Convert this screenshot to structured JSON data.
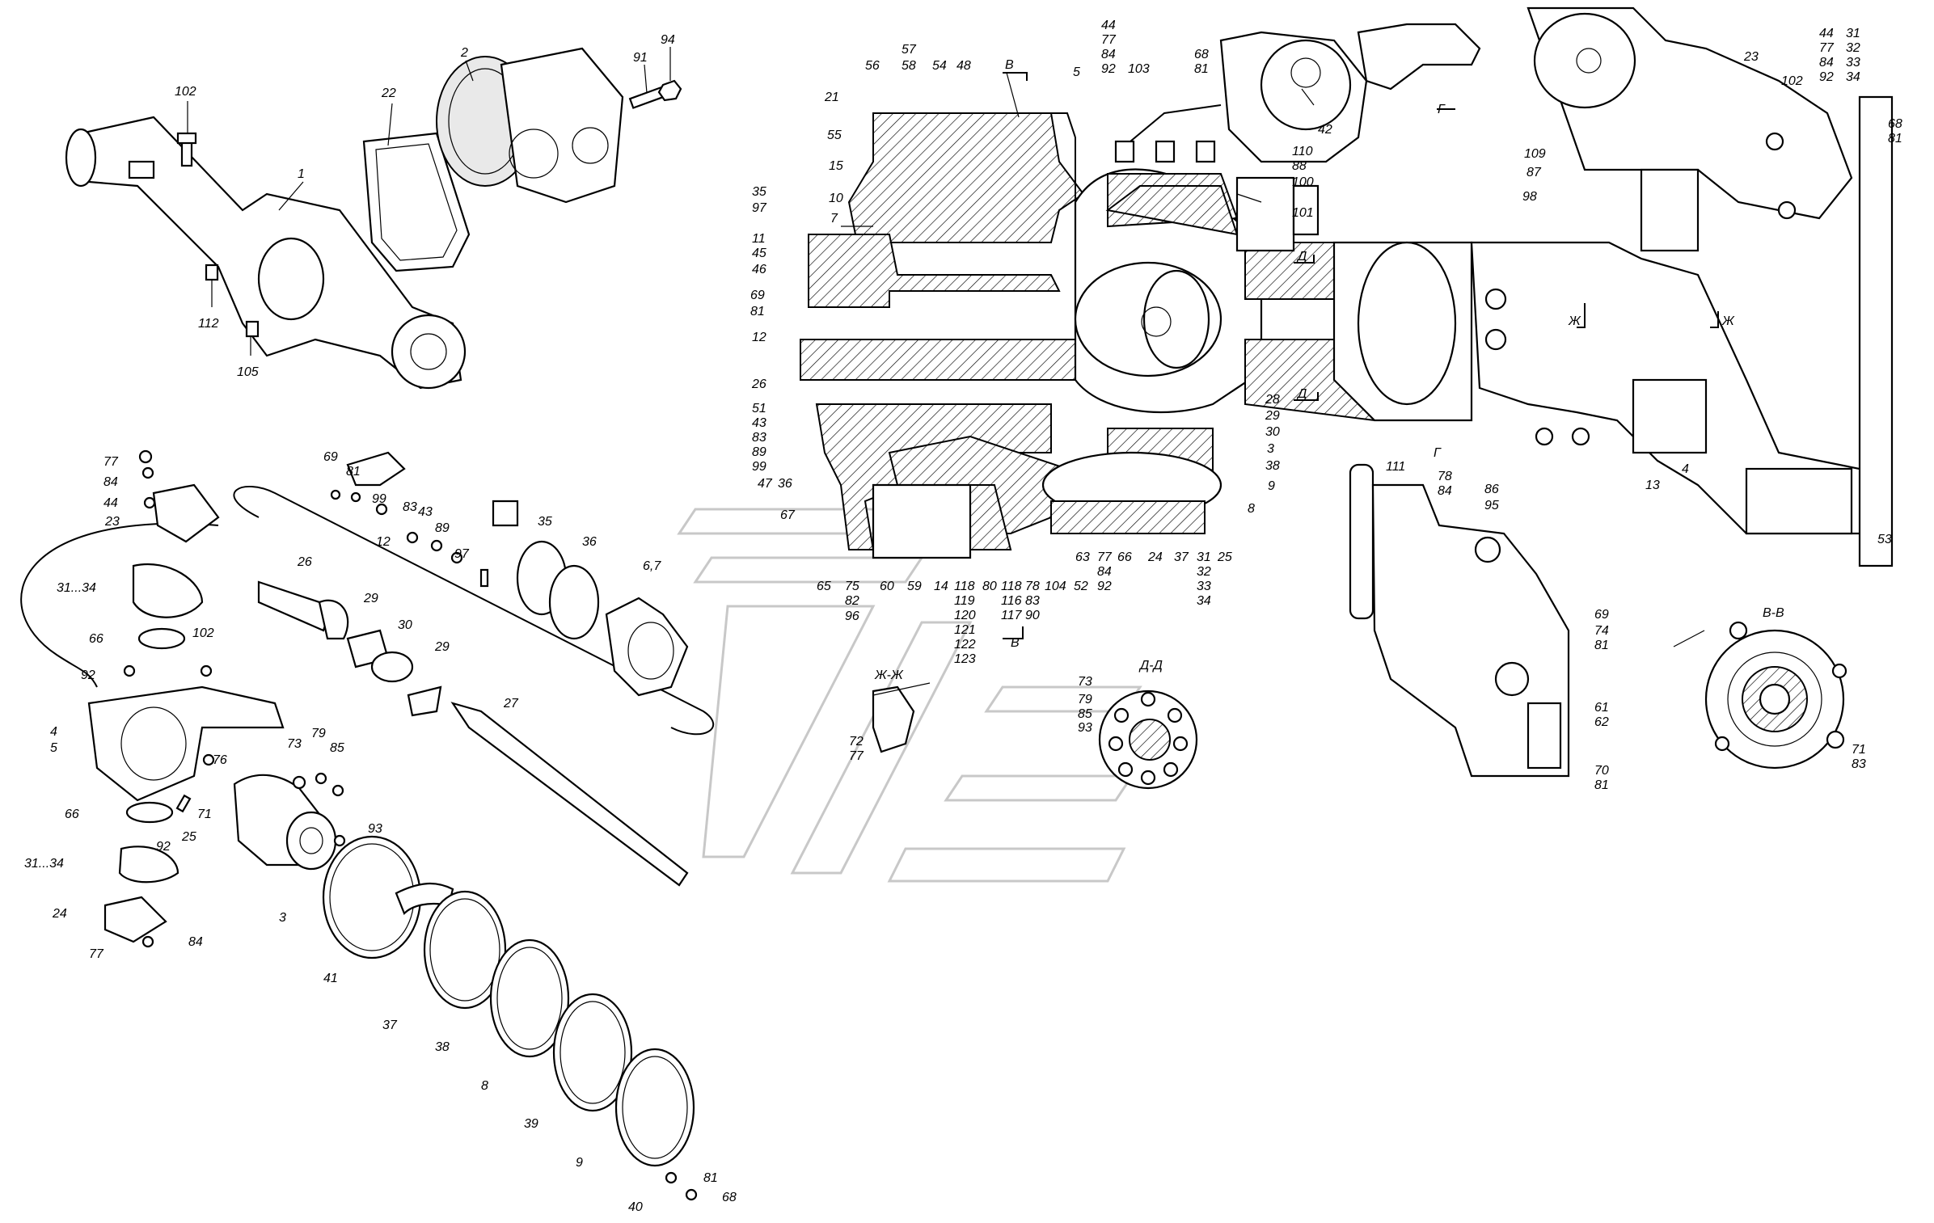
{
  "diagram": {
    "labels": [
      {
        "id": "102a",
        "text": "102"
      },
      {
        "id": "1",
        "text": "1"
      },
      {
        "id": "22",
        "text": "22"
      },
      {
        "id": "2",
        "text": "2"
      },
      {
        "id": "91",
        "text": "91"
      },
      {
        "id": "94",
        "text": "94"
      },
      {
        "id": "112",
        "text": "112"
      },
      {
        "id": "105",
        "text": "105"
      },
      {
        "id": "77a",
        "text": "77"
      },
      {
        "id": "84a",
        "text": "84"
      },
      {
        "id": "44a",
        "text": "44"
      },
      {
        "id": "23a",
        "text": "23"
      },
      {
        "id": "3134a",
        "text": "31...34"
      },
      {
        "id": "66a",
        "text": "66"
      },
      {
        "id": "92a",
        "text": "92"
      },
      {
        "id": "102b",
        "text": "102"
      },
      {
        "id": "4a",
        "text": "4"
      },
      {
        "id": "5a",
        "text": "5"
      },
      {
        "id": "66b",
        "text": "66"
      },
      {
        "id": "3134b",
        "text": "31...34"
      },
      {
        "id": "24a",
        "text": "24"
      },
      {
        "id": "77b",
        "text": "77"
      },
      {
        "id": "84b",
        "text": "84"
      },
      {
        "id": "76a",
        "text": "76"
      },
      {
        "id": "71a",
        "text": "71"
      },
      {
        "id": "92b",
        "text": "92"
      },
      {
        "id": "25a",
        "text": "25"
      },
      {
        "id": "73a",
        "text": "73"
      },
      {
        "id": "79a",
        "text": "79"
      },
      {
        "id": "85a",
        "text": "85"
      },
      {
        "id": "93a",
        "text": "93"
      },
      {
        "id": "3a",
        "text": "3"
      },
      {
        "id": "41",
        "text": "41"
      },
      {
        "id": "37a",
        "text": "37"
      },
      {
        "id": "38a",
        "text": "38"
      },
      {
        "id": "8a",
        "text": "8"
      },
      {
        "id": "39",
        "text": "39"
      },
      {
        "id": "9a",
        "text": "9"
      },
      {
        "id": "40",
        "text": "40"
      },
      {
        "id": "81a",
        "text": "81"
      },
      {
        "id": "68a",
        "text": "68"
      },
      {
        "id": "69a",
        "text": "69"
      },
      {
        "id": "81b",
        "text": "81"
      },
      {
        "id": "99a",
        "text": "99"
      },
      {
        "id": "12a",
        "text": "12"
      },
      {
        "id": "83a",
        "text": "83"
      },
      {
        "id": "43a",
        "text": "43"
      },
      {
        "id": "89a",
        "text": "89"
      },
      {
        "id": "97a",
        "text": "97"
      },
      {
        "id": "35a",
        "text": "35"
      },
      {
        "id": "36a",
        "text": "36"
      },
      {
        "id": "67a",
        "text": "6,7"
      },
      {
        "id": "26a",
        "text": "26"
      },
      {
        "id": "29a",
        "text": "29"
      },
      {
        "id": "30a",
        "text": "30"
      },
      {
        "id": "29b",
        "text": "29"
      },
      {
        "id": "27a",
        "text": "27"
      },
      {
        "id": "21",
        "text": "21"
      },
      {
        "id": "56",
        "text": "56"
      },
      {
        "id": "57",
        "text": "57"
      },
      {
        "id": "58",
        "text": "58"
      },
      {
        "id": "54",
        "text": "54"
      },
      {
        "id": "48",
        "text": "48"
      },
      {
        "id": "55",
        "text": "55"
      },
      {
        "id": "15",
        "text": "15"
      },
      {
        "id": "10",
        "text": "10"
      },
      {
        "id": "7",
        "text": "7"
      },
      {
        "id": "35b",
        "text": "35"
      },
      {
        "id": "97b",
        "text": "97"
      },
      {
        "id": "11",
        "text": "11"
      },
      {
        "id": "45",
        "text": "45"
      },
      {
        "id": "46",
        "text": "46"
      },
      {
        "id": "69b",
        "text": "69"
      },
      {
        "id": "81c",
        "text": "81"
      },
      {
        "id": "12b",
        "text": "12"
      },
      {
        "id": "26b",
        "text": "26"
      },
      {
        "id": "51",
        "text": "51"
      },
      {
        "id": "43b",
        "text": "43"
      },
      {
        "id": "83b",
        "text": "83"
      },
      {
        "id": "89b",
        "text": "89"
      },
      {
        "id": "99b",
        "text": "99"
      },
      {
        "id": "47",
        "text": "47"
      },
      {
        "id": "36b",
        "text": "36"
      },
      {
        "id": "67b",
        "text": "67"
      },
      {
        "id": "65",
        "text": "65"
      },
      {
        "id": "75",
        "text": "75"
      },
      {
        "id": "82",
        "text": "82"
      },
      {
        "id": "96",
        "text": "96"
      },
      {
        "id": "60",
        "text": "60"
      },
      {
        "id": "59",
        "text": "59"
      },
      {
        "id": "14",
        "text": "14"
      },
      {
        "id": "118a",
        "text": "118"
      },
      {
        "id": "119",
        "text": "119"
      },
      {
        "id": "120",
        "text": "120"
      },
      {
        "id": "121",
        "text": "121"
      },
      {
        "id": "122",
        "text": "122"
      },
      {
        "id": "123",
        "text": "123"
      },
      {
        "id": "80",
        "text": "80"
      },
      {
        "id": "118b",
        "text": "118"
      },
      {
        "id": "116",
        "text": "116"
      },
      {
        "id": "117",
        "text": "117"
      },
      {
        "id": "78a",
        "text": "78"
      },
      {
        "id": "83c",
        "text": "83"
      },
      {
        "id": "90",
        "text": "90"
      },
      {
        "id": "104",
        "text": "104"
      },
      {
        "id": "52",
        "text": "52"
      },
      {
        "id": "63",
        "text": "63"
      },
      {
        "id": "77c",
        "text": "77"
      },
      {
        "id": "84c",
        "text": "84"
      },
      {
        "id": "92c",
        "text": "92"
      },
      {
        "id": "66c",
        "text": "66"
      },
      {
        "id": "24b",
        "text": "24"
      },
      {
        "id": "37b",
        "text": "37"
      },
      {
        "id": "31a",
        "text": "31"
      },
      {
        "id": "32a",
        "text": "32"
      },
      {
        "id": "33a",
        "text": "33"
      },
      {
        "id": "34a",
        "text": "34"
      },
      {
        "id": "25b",
        "text": "25"
      },
      {
        "id": "8b",
        "text": "8"
      },
      {
        "id": "9b",
        "text": "9"
      },
      {
        "id": "38b",
        "text": "38"
      },
      {
        "id": "3b",
        "text": "3"
      },
      {
        "id": "30b",
        "text": "30"
      },
      {
        "id": "29c",
        "text": "29"
      },
      {
        "id": "28",
        "text": "28"
      },
      {
        "id": "5b",
        "text": "5"
      },
      {
        "id": "44b",
        "text": "44"
      },
      {
        "id": "77d",
        "text": "77"
      },
      {
        "id": "84d",
        "text": "84"
      },
      {
        "id": "92d",
        "text": "92"
      },
      {
        "id": "103",
        "text": "103"
      },
      {
        "id": "68b",
        "text": "68"
      },
      {
        "id": "81d",
        "text": "81"
      },
      {
        "id": "42",
        "text": "42"
      },
      {
        "id": "110",
        "text": "110"
      },
      {
        "id": "88",
        "text": "88"
      },
      {
        "id": "100",
        "text": "100"
      },
      {
        "id": "101",
        "text": "101"
      },
      {
        "id": "23b",
        "text": "23"
      },
      {
        "id": "102c",
        "text": "102"
      },
      {
        "id": "44c",
        "text": "44"
      },
      {
        "id": "77e",
        "text": "77"
      },
      {
        "id": "84e",
        "text": "84"
      },
      {
        "id": "92e",
        "text": "92"
      },
      {
        "id": "31b",
        "text": "31"
      },
      {
        "id": "32b",
        "text": "32"
      },
      {
        "id": "33b",
        "text": "33"
      },
      {
        "id": "34b",
        "text": "34"
      },
      {
        "id": "109",
        "text": "109"
      },
      {
        "id": "87",
        "text": "87"
      },
      {
        "id": "98",
        "text": "98"
      },
      {
        "id": "68c",
        "text": "68"
      },
      {
        "id": "81e",
        "text": "81"
      },
      {
        "id": "13",
        "text": "13"
      },
      {
        "id": "4b",
        "text": "4"
      },
      {
        "id": "53",
        "text": "53"
      },
      {
        "id": "111",
        "text": "111"
      },
      {
        "id": "78b",
        "text": "78"
      },
      {
        "id": "84f",
        "text": "84"
      },
      {
        "id": "86",
        "text": "86"
      },
      {
        "id": "95",
        "text": "95"
      },
      {
        "id": "69c",
        "text": "69"
      },
      {
        "id": "74",
        "text": "74"
      },
      {
        "id": "81f",
        "text": "81"
      },
      {
        "id": "61",
        "text": "61"
      },
      {
        "id": "62",
        "text": "62"
      },
      {
        "id": "70",
        "text": "70"
      },
      {
        "id": "81g",
        "text": "81"
      },
      {
        "id": "72",
        "text": "72"
      },
      {
        "id": "77f",
        "text": "77"
      },
      {
        "id": "73b",
        "text": "73"
      },
      {
        "id": "79b",
        "text": "79"
      },
      {
        "id": "85b",
        "text": "85"
      },
      {
        "id": "93b",
        "text": "93"
      },
      {
        "id": "71b",
        "text": "71"
      },
      {
        "id": "83d",
        "text": "83"
      }
    ],
    "sections": {
      "v1": "В",
      "v2": "В",
      "g": "Г",
      "g_view": "Г",
      "d1": "Д",
      "d2": "Д",
      "zh1": "Ж",
      "zh2": "Ж",
      "zhzh": "Ж-Ж",
      "dd": "Д-Д",
      "vv": "В-В"
    }
  }
}
